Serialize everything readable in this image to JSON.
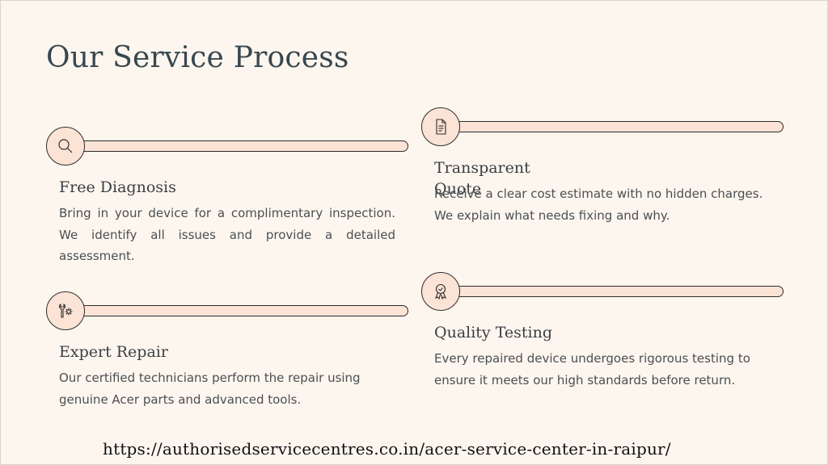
{
  "page": {
    "title": "Our Service Process",
    "url": "https://authorisedservicecentres.co.in/acer-service-center-in-raipur/"
  },
  "steps": [
    {
      "title": "Free Diagnosis",
      "description": "Bring in your device for a complimentary inspection. We identify all issues and provide a detailed assessment.",
      "icon": "magnifier-icon"
    },
    {
      "title": "Transparent Quote",
      "description": "Receive a clear cost estimate with no hidden charges. We explain what needs fixing and why.",
      "icon": "document-icon"
    },
    {
      "title": "Expert Repair",
      "description": "Our certified technicians perform the repair using genuine Acer parts and advanced tools.",
      "icon": "tools-gear-icon"
    },
    {
      "title": "Quality Testing",
      "description": "Every repaired device undergoes rigorous testing to ensure it meets our high standards before return.",
      "icon": "award-check-icon"
    }
  ],
  "colors": {
    "background": "#fdf6ee",
    "accent_fill": "#fbe3d5",
    "outline": "#2d2d2d",
    "title_text": "#37474f"
  }
}
